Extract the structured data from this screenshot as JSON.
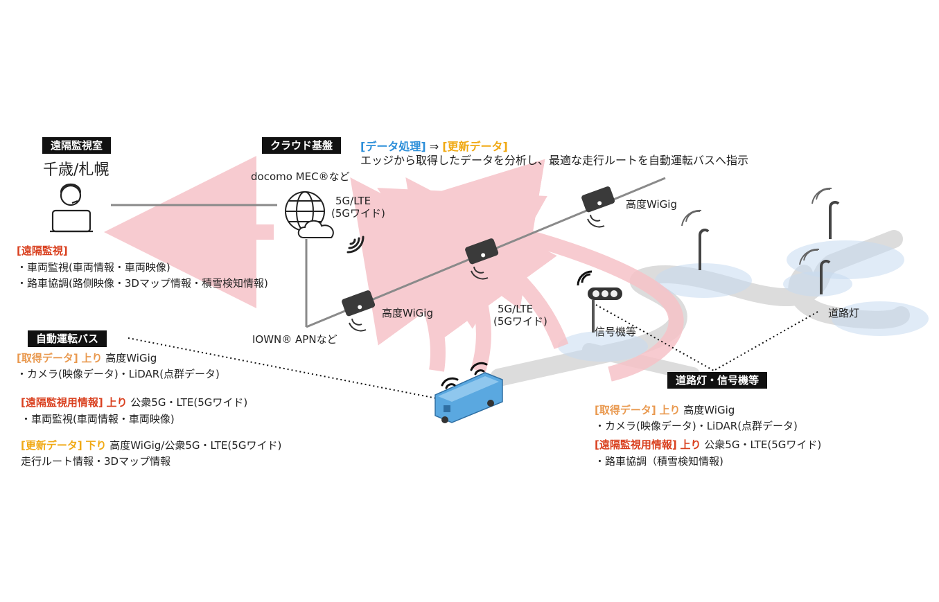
{
  "remote_room": {
    "tag": "遠隔監視室",
    "location": "千歳/札幌",
    "heading": "[遠隔監視]",
    "items": [
      "・車両監視(車両情報・車両映像)",
      "・路車協調(路側映像・3Dマップ情報・積雪検知情報)"
    ]
  },
  "cloud": {
    "tag": "クラウド基盤",
    "platform": "docomo MEC®など",
    "process_label": "[データ処理]",
    "arrow": "⇒",
    "update_label": "[更新データ]",
    "description": "エッジから取得したデータを分析し、最適な走行ルートを自動運転バスへ指示",
    "network_5g_line1": "5G/LTE",
    "network_5g_line2": "(5Gワイド)",
    "iown": "IOWN® APNなど"
  },
  "network": {
    "wigig_top": "高度WiGig",
    "wigig_bottom": "高度WiGig",
    "mid_5g_line1": "5G/LTE",
    "mid_5g_line2": "(5Gワイド)",
    "signal": "信号機等",
    "road_light": "道路灯"
  },
  "bus": {
    "tag": "自動運転バス",
    "acq_label": "[取得データ]",
    "acq_dir": "上り",
    "acq_net": "高度WiGig",
    "acq_items": "・カメラ(映像データ)・LiDAR(点群データ)",
    "mon_label": "[遠隔監視用情報]",
    "mon_dir": "上り",
    "mon_net": "公衆5G・LTE(5Gワイド)",
    "mon_items": "・車両監視(車両情報・車両映像)",
    "upd_label": "[更新データ]",
    "upd_dir": "下り",
    "upd_net": "高度WiGig/公衆5G・LTE(5Gワイド)",
    "upd_items": "走行ルート情報・3Dマップ情報"
  },
  "roadside": {
    "tag": "道路灯・信号機等",
    "acq_label": "[取得データ]",
    "acq_dir": "上り",
    "acq_net": "高度WiGig",
    "acq_items": "・カメラ(映像データ)・LiDAR(点群データ)",
    "mon_label": "[遠隔監視用情報]",
    "mon_dir": "上り",
    "mon_net": "公衆5G・LTE(5Gワイド)",
    "mon_items": "・路車協調（積雪検知情報)"
  },
  "colors": {
    "accent_red": "#d9401f",
    "accent_orange": "#e9994f",
    "accent_yellow": "#f0a914",
    "accent_blue": "#2d8fd9",
    "arrow_pink": "#f6c3c8",
    "road_gray": "#dcdcdc",
    "coverage_blue": "#c7daf0",
    "bus_blue": "#5aa8e0"
  },
  "icons": [
    "operator-icon",
    "globe-icon",
    "cloud-icon",
    "antenna-icon",
    "wigig-device-icon",
    "traffic-signal-icon",
    "street-light-icon",
    "bus-icon",
    "wifi-icon"
  ]
}
